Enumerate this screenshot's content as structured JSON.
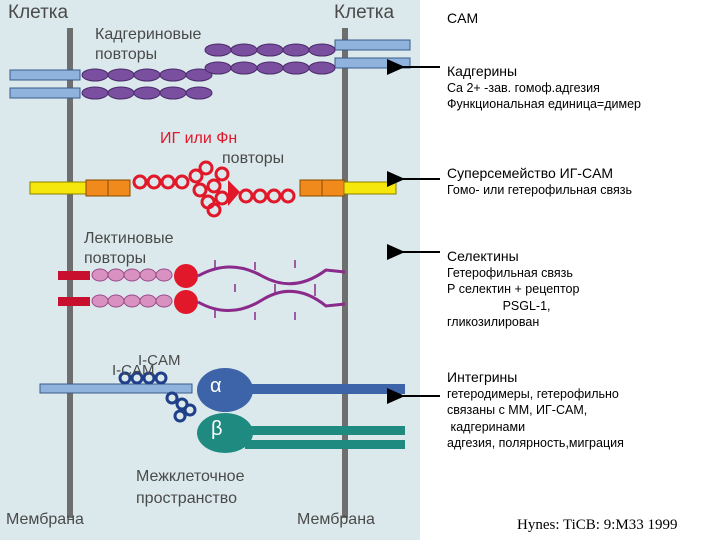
{
  "diagram": {
    "cell_left": "Клетка",
    "cell_right": "Клетка",
    "cadherin_repeats_line1": "Кадгериновые",
    "cadherin_repeats_line2": "повторы",
    "ig_fn_line1": "ИГ или Фн",
    "ig_fn_line2": "повторы",
    "lectin_line1": "Лектиновые",
    "lectin_line2": "повторы",
    "icam_upper": "I-CAM",
    "icam_lower": "I-CAM",
    "alpha": "α",
    "beta": "β",
    "intercellular_line1": "Межклеточное",
    "intercellular_line2": "пространство",
    "membrane_left": "Мембрана",
    "membrane_right": "Мембрана"
  },
  "legend": {
    "title": "CAM",
    "items": [
      {
        "heading": "Кадгерины",
        "lines": [
          "Ca 2+ -зав. гомоф.адгезия",
          "Функциональная единица=димер"
        ]
      },
      {
        "heading": "Суперсемейство ИГ-CAM",
        "lines": [
          "Гомо- или гетерофильная связь"
        ]
      },
      {
        "heading": "Селектины",
        "lines": [
          "Гетерофильная связь",
          "Р селектин + рецептор",
          "                PSGL-1,",
          "гликозилирован"
        ]
      },
      {
        "heading": "Интегрины",
        "lines": [
          "гетеродимеры, гетерофильно",
          "связаны с ММ, ИГ-CAM,",
          " кадгеринами",
          "адгезия, полярность,миграция"
        ]
      }
    ]
  },
  "citation": "Hynes: TiCB: 9:M33 1999",
  "colors": {
    "background": "#dbe9ec",
    "membrane": "#6e6e6e",
    "cadherin": "#7b4fa0",
    "receptor_blue": "#8fb3dc",
    "red": "#e0182a",
    "yellow": "#f5e60c",
    "orange": "#f08a1c",
    "integrin_alpha": "#3d63a8",
    "integrin_beta": "#1e8a80",
    "pink": "#d991c2"
  }
}
